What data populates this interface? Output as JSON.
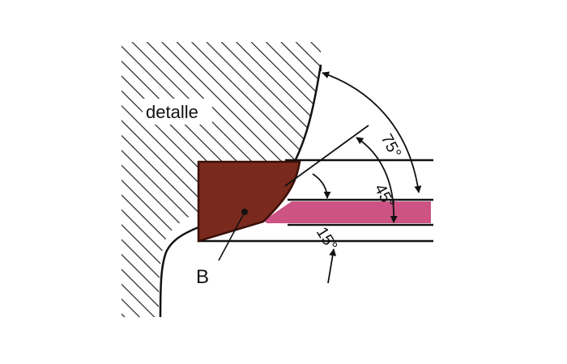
{
  "labels": {
    "detail": "detalle",
    "point": "B"
  },
  "angles": {
    "a75": "75°",
    "a45": "45°",
    "a15": "15°"
  },
  "colors": {
    "ink": "#111111",
    "tool": "#7a2a1c",
    "tool_edge": "#3a0f08",
    "chip": "#c8447a",
    "hatch": "#222222",
    "background": "#ffffff"
  }
}
